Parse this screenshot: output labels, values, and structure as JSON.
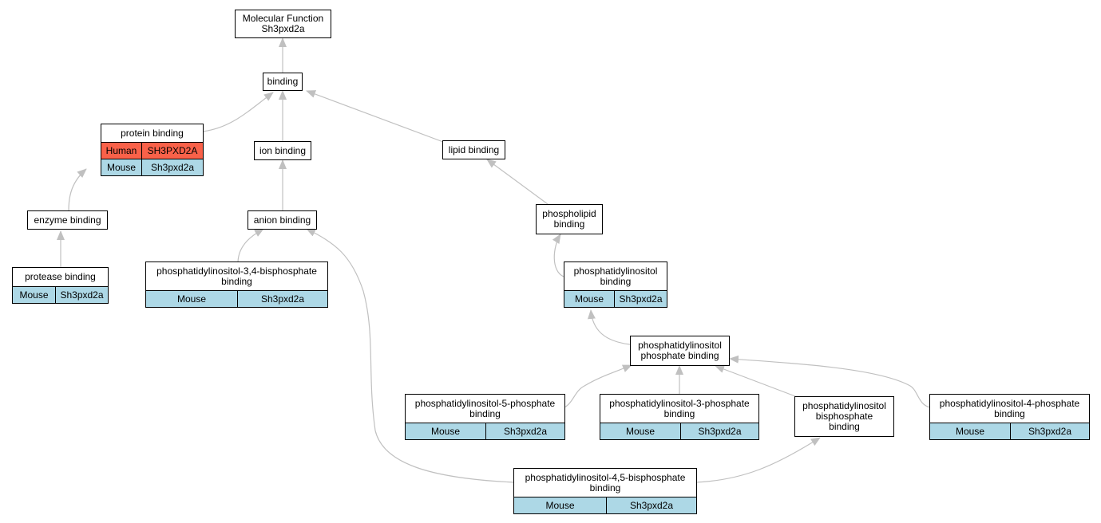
{
  "nodes": {
    "mf": {
      "lines": [
        "Molecular Function",
        "Sh3pxd2a"
      ]
    },
    "binding": {
      "lines": [
        "binding"
      ]
    },
    "protein_binding": {
      "lines": [
        "protein binding"
      ],
      "rows": [
        {
          "org": "Human",
          "gene": "SH3PXD2A",
          "style": "human"
        },
        {
          "org": "Mouse",
          "gene": "Sh3pxd2a",
          "style": "mouse"
        }
      ]
    },
    "ion_binding": {
      "lines": [
        "ion binding"
      ]
    },
    "lipid_binding": {
      "lines": [
        "lipid binding"
      ]
    },
    "enzyme_binding": {
      "lines": [
        "enzyme binding"
      ]
    },
    "anion_binding": {
      "lines": [
        "anion binding"
      ]
    },
    "phospholipid_binding": {
      "lines": [
        "phospholipid",
        "binding"
      ]
    },
    "protease_binding": {
      "lines": [
        "protease binding"
      ],
      "rows": [
        {
          "org": "Mouse",
          "gene": "Sh3pxd2a",
          "style": "mouse"
        }
      ]
    },
    "pi34bp": {
      "lines": [
        "phosphatidylinositol-3,4-bisphosphate",
        "binding"
      ],
      "rows": [
        {
          "org": "Mouse",
          "gene": "Sh3pxd2a",
          "style": "mouse"
        }
      ]
    },
    "pi_binding": {
      "lines": [
        "phosphatidylinositol",
        "binding"
      ],
      "rows": [
        {
          "org": "Mouse",
          "gene": "Sh3pxd2a",
          "style": "mouse"
        }
      ]
    },
    "pip_binding": {
      "lines": [
        "phosphatidylinositol",
        "phosphate binding"
      ]
    },
    "pi5p": {
      "lines": [
        "phosphatidylinositol-5-phosphate",
        "binding"
      ],
      "rows": [
        {
          "org": "Mouse",
          "gene": "Sh3pxd2a",
          "style": "mouse"
        }
      ]
    },
    "pi3p": {
      "lines": [
        "phosphatidylinositol-3-phosphate",
        "binding"
      ],
      "rows": [
        {
          "org": "Mouse",
          "gene": "Sh3pxd2a",
          "style": "mouse"
        }
      ]
    },
    "pibp": {
      "lines": [
        "phosphatidylinositol",
        "bisphosphate",
        "binding"
      ]
    },
    "pi4p": {
      "lines": [
        "phosphatidylinositol-4-phosphate",
        "binding"
      ],
      "rows": [
        {
          "org": "Mouse",
          "gene": "Sh3pxd2a",
          "style": "mouse"
        }
      ]
    },
    "pi45bp": {
      "lines": [
        "phosphatidylinositol-4,5-bisphosphate",
        "binding"
      ],
      "rows": [
        {
          "org": "Mouse",
          "gene": "Sh3pxd2a",
          "style": "mouse"
        }
      ]
    }
  },
  "colors": {
    "edge": "#c0c0c0",
    "mouse": "#add8e6",
    "human": "#fa6149",
    "border": "#000000"
  }
}
